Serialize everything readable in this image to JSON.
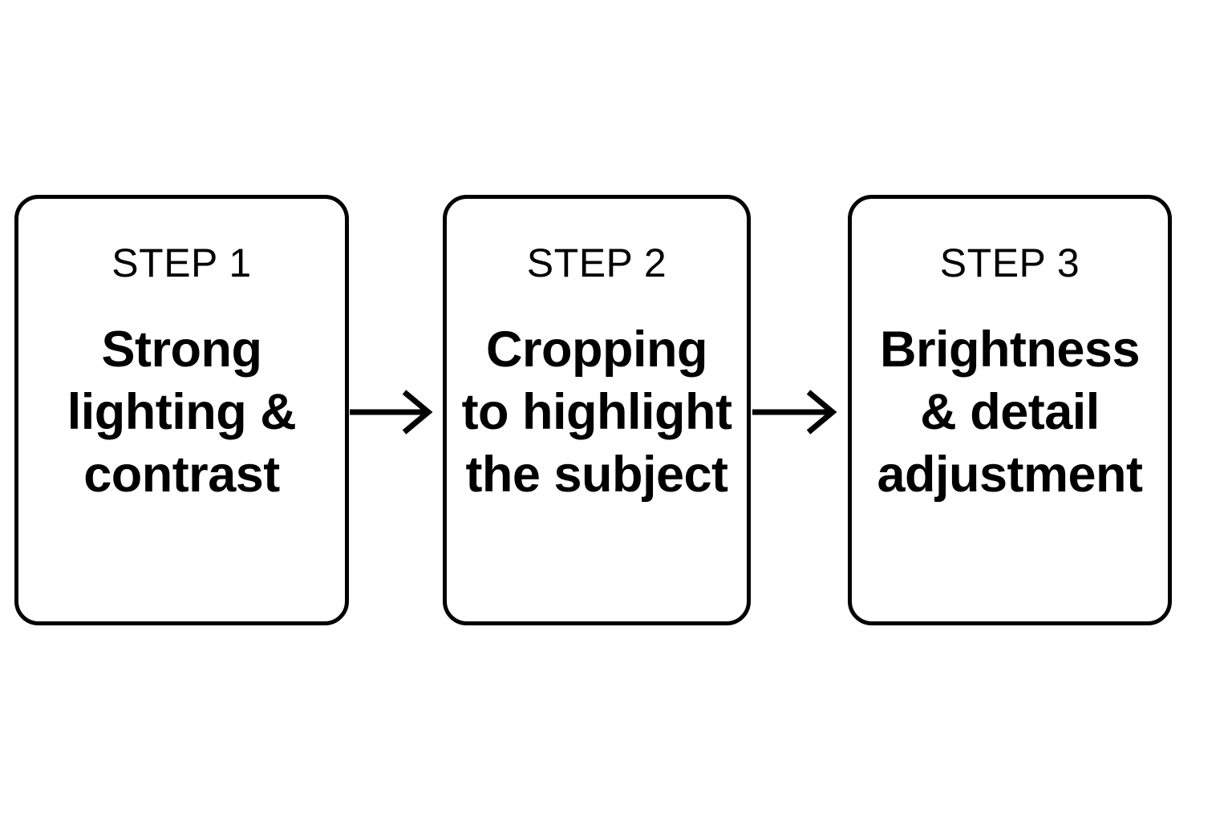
{
  "diagram": {
    "type": "flowchart",
    "orientation": "horizontal",
    "background_color": "#ffffff",
    "stroke_color": "#000000",
    "text_color": "#000000",
    "steps": [
      {
        "label": "STEP 1",
        "body_lines": [
          "Strong",
          "lighting &",
          "contrast"
        ],
        "body_text": "Strong lighting & contrast"
      },
      {
        "label": "STEP 2",
        "body_lines": [
          "Cropping",
          "to highlight",
          "the subject"
        ],
        "body_text": "Cropping to highlight the subject"
      },
      {
        "label": "STEP 3",
        "body_lines": [
          "Brightness",
          "& detail",
          "adjustment"
        ],
        "body_text": "Brightness & detail adjustment"
      }
    ],
    "connectors": [
      {
        "from": "STEP 1",
        "to": "STEP 2",
        "icon": "arrow-right-icon"
      },
      {
        "from": "STEP 2",
        "to": "STEP 3",
        "icon": "arrow-right-icon"
      }
    ]
  }
}
